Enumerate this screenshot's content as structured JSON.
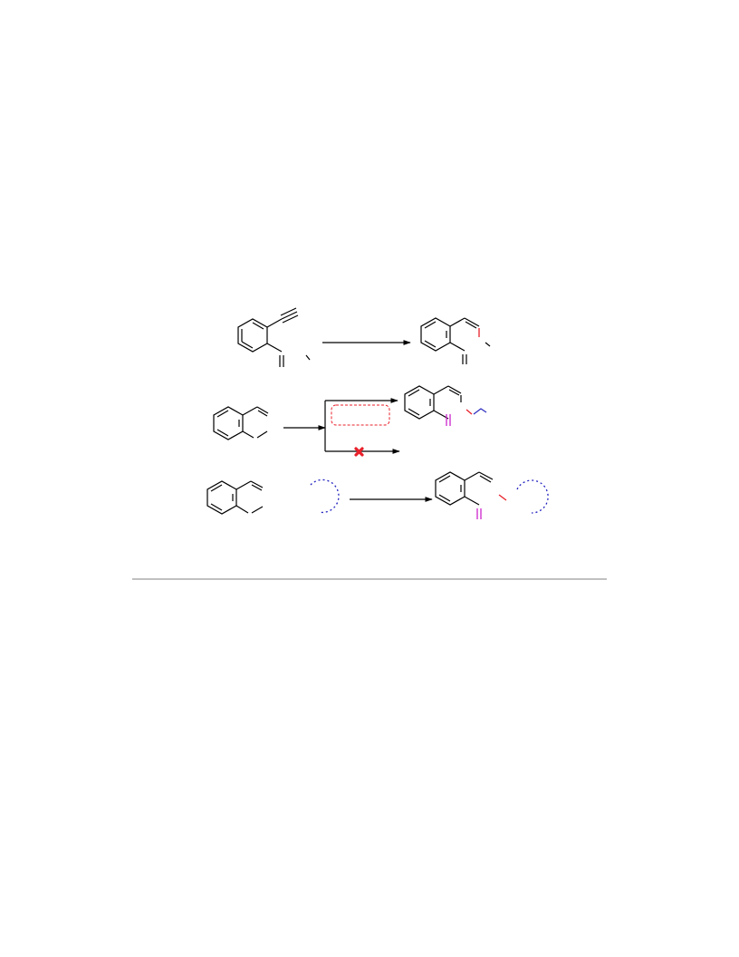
{
  "colors": {
    "bond": "#000000",
    "oxygen_highlight": "#e8202a",
    "carbonyl_highlight": "#cc22cc",
    "alkyl_highlight": "#3030c0",
    "ring_placeholder": "#2020c0",
    "excluded_box": "#e8202a",
    "blocked_mark": "#e8202a",
    "rule_line": "#808080"
  },
  "schemes": [
    {
      "id": "row-1",
      "arrow": "single"
    },
    {
      "id": "row-2",
      "arrow": "branched",
      "lower_branch_blocked": true
    },
    {
      "id": "row-3",
      "arrow": "single"
    }
  ],
  "icons": {
    "blocked": "cross-mark-icon"
  }
}
